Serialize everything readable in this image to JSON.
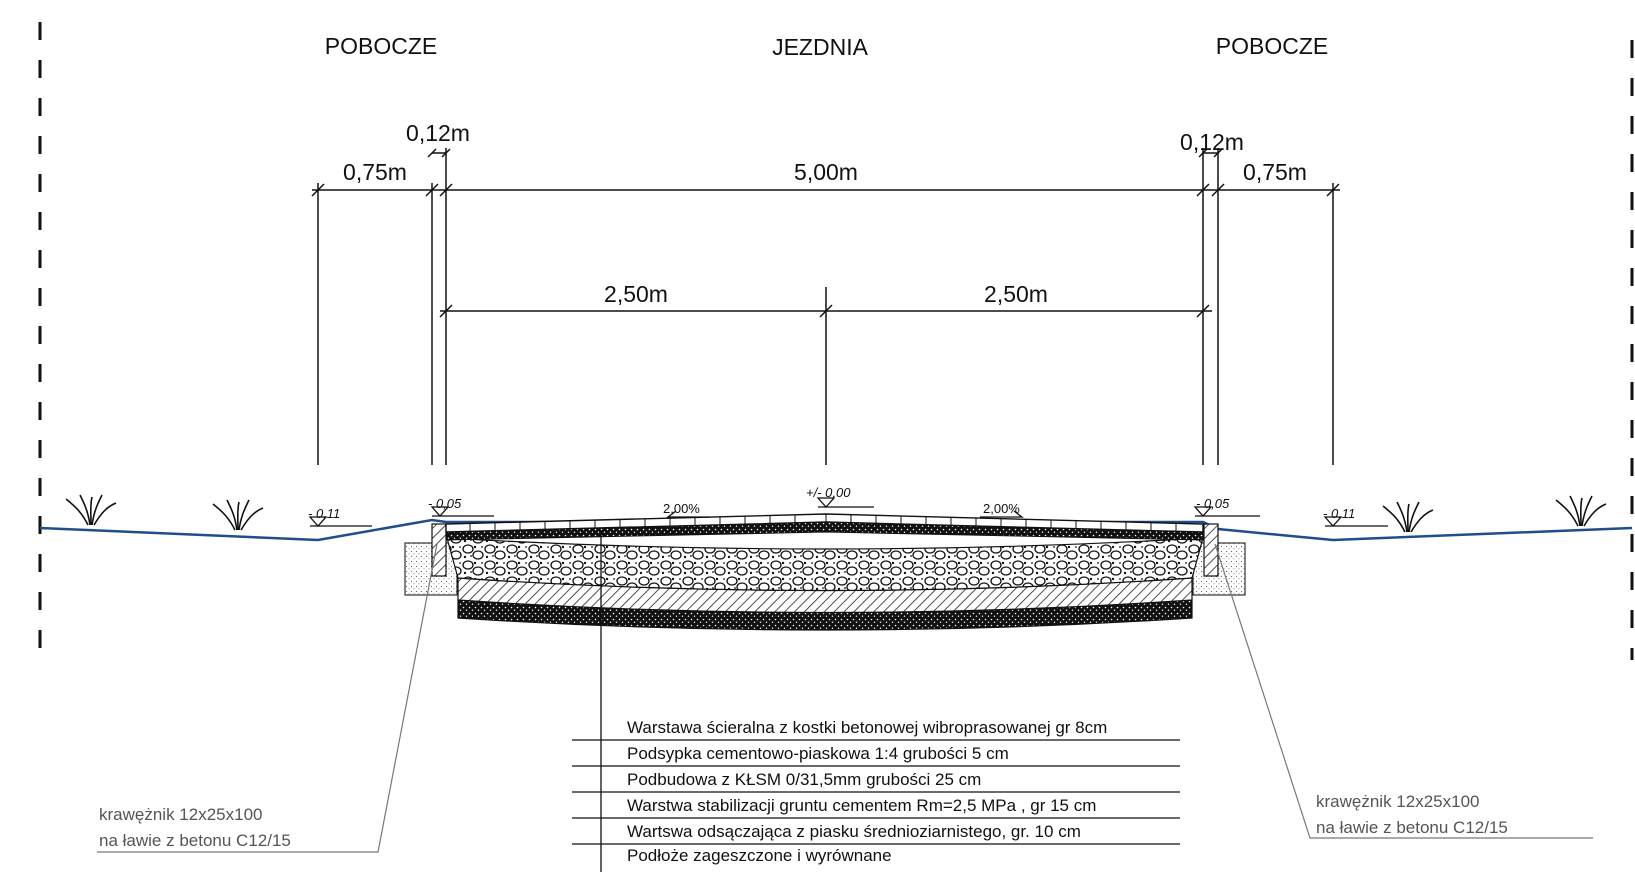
{
  "section_labels": {
    "left_shoulder": "POBOCZE",
    "carriageway": "JEZDNIA",
    "right_shoulder": "POBOCZE"
  },
  "dimensions": {
    "left_shoulder_width": "0,75m",
    "left_kerb_width": "0,12m",
    "carriageway_width": "5,00m",
    "right_kerb_width": "0,12m",
    "right_shoulder_width": "0,75m",
    "left_lane_width": "2,50m",
    "right_lane_width": "2,50m"
  },
  "elevations": {
    "left_ditch": "- 0,11",
    "left_kerb": "- 0,05",
    "axis": "+/- 0,00",
    "right_kerb": "- 0,05",
    "right_ditch": "- 0,11"
  },
  "slopes": {
    "left": "2,00%",
    "right": "2,00%"
  },
  "layers": [
    "Warstawa ścieralna z kostki betonowej wibroprasowanej gr 8cm",
    "Podsypka cementowo-piaskowa 1:4  grubości 5 cm",
    "Podbudowa  z KŁSM 0/31,5mm grubości 25 cm",
    "Warstwa stabilizacji gruntu cementem  Rm=2,5 MPa , gr 15 cm",
    "Wartswa odsączająca z piasku średnioziarnistego, gr. 10 cm",
    "Podłoże zageszczone i wyrównane"
  ],
  "kerb_notes": {
    "left_line1": "krawężnik 12x25x100",
    "left_line2": "na ławie z betonu C12/15",
    "right_line1": "krawężnik 12x25x100",
    "right_line2": "na ławie z betonu C12/15"
  },
  "colors": {
    "ground_line": "#1f4e8c",
    "ink": "#111111",
    "leader": "#777777"
  }
}
